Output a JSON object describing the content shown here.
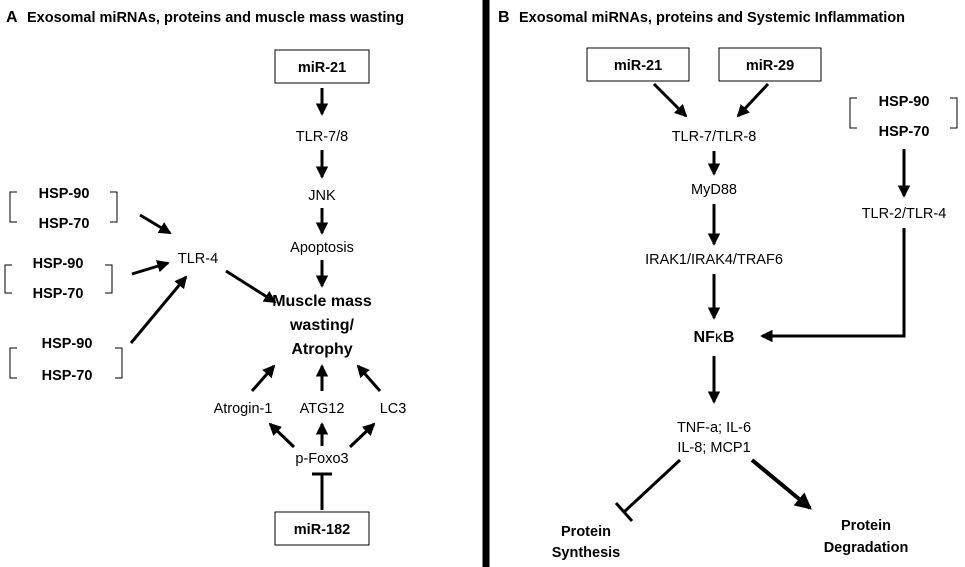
{
  "panel_a": {
    "letter": "A",
    "title": "Exosomal miRNAs, proteins and muscle mass wasting",
    "mir21": "miR-21",
    "tlr78": "TLR-7/8",
    "jnk": "JNK",
    "apoptosis": "Apoptosis",
    "muscle_line1": "Muscle mass",
    "muscle_line2": "wasting/",
    "muscle_line3": "Atrophy",
    "tlr4": "TLR-4",
    "hsp_pairs": [
      {
        "top": "HSP-90",
        "bottom": "HSP-70"
      },
      {
        "top": "HSP-90",
        "bottom": "HSP-70"
      },
      {
        "top": "HSP-90",
        "bottom": "HSP-70"
      }
    ],
    "atrogin": "Atrogin-1",
    "atg12": "ATG12",
    "lc3": "LC3",
    "pfoxo3": "p-Foxo3",
    "mir182": "miR-182"
  },
  "panel_b": {
    "letter": "B",
    "title": "Exosomal miRNAs, proteins and Systemic Inflammation",
    "mir21": "miR-21",
    "mir29": "miR-29",
    "tlr7_tlr8": "TLR-7/TLR-8",
    "myd88": "MyD88",
    "irak": "IRAK1/IRAK4/TRAF6",
    "nfkb_prefix": "NF",
    "nfkb_kappa": "κ",
    "nfkb_suffix": "B",
    "hsp_top": "HSP-90",
    "hsp_bottom": "HSP-70",
    "tlr2_tlr4": "TLR-2/TLR-4",
    "cytokines_line1": "TNF-a; IL-6",
    "cytokines_line2": "IL-8; MCP1",
    "protein_synthesis_line1": "Protein",
    "protein_synthesis_line2": "Synthesis",
    "protein_degradation_line1": "Protein",
    "protein_degradation_line2": "Degradation"
  },
  "colors": {
    "ink": "#000000",
    "background": "#ffffff"
  }
}
